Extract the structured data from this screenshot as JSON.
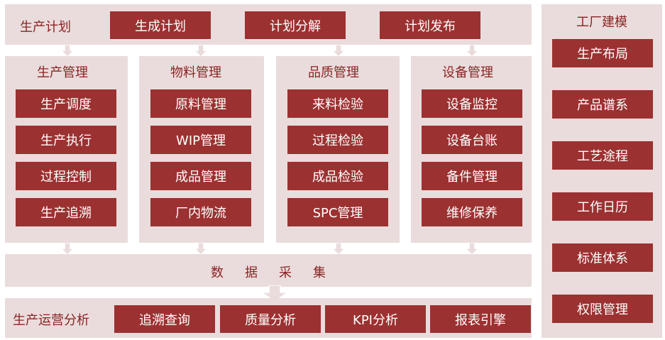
{
  "plan": {
    "title": "生产计划",
    "items": [
      "生成计划",
      "计划分解",
      "计划发布"
    ]
  },
  "modules": [
    {
      "title": "生产管理",
      "items": [
        "生产调度",
        "生产执行",
        "过程控制",
        "生产追溯"
      ]
    },
    {
      "title": "物料管理",
      "items": [
        "原料管理",
        "WIP管理",
        "成品管理",
        "厂内物流"
      ]
    },
    {
      "title": "品质管理",
      "items": [
        "来料检验",
        "过程检验",
        "成品检验",
        "SPC管理"
      ]
    },
    {
      "title": "设备管理",
      "items": [
        "设备监控",
        "设备台账",
        "备件管理",
        "维修保养"
      ]
    }
  ],
  "data_collection": {
    "title": "数据采集"
  },
  "analysis": {
    "title": "生产运营分析",
    "items": [
      "追溯查询",
      "质量分析",
      "KPI分析",
      "报表引擎"
    ]
  },
  "factory_modeling": {
    "title": "工厂建模",
    "items": [
      "生产布局",
      "产品谱系",
      "工艺途程",
      "工作日历",
      "标准体系",
      "权限管理"
    ]
  },
  "colors": {
    "panel_bg": "#eadcdc",
    "button_bg": "#9c3131",
    "button_text": "#ffffff",
    "title_text": "#8b2424",
    "arrow_fill": "#eadcdc",
    "arrow_stroke": "#ffffff"
  }
}
